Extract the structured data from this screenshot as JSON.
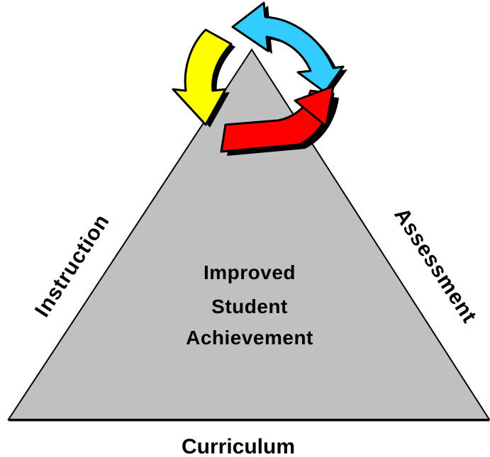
{
  "diagram": {
    "center": {
      "line1": "Improved",
      "line2": "Student",
      "line3": "Achievement"
    },
    "left_side_label": "Instruction",
    "right_side_label": "Assessment",
    "bottom_label": "Curriculum",
    "colors": {
      "triangle_fill": "#c0c0c0",
      "outline": "#000000",
      "arrow_yellow": "#ffff00",
      "arrow_cyan": "#33ccff",
      "arrow_red": "#ff0000"
    },
    "cycle_icon": "cycle-arrows-icon"
  }
}
